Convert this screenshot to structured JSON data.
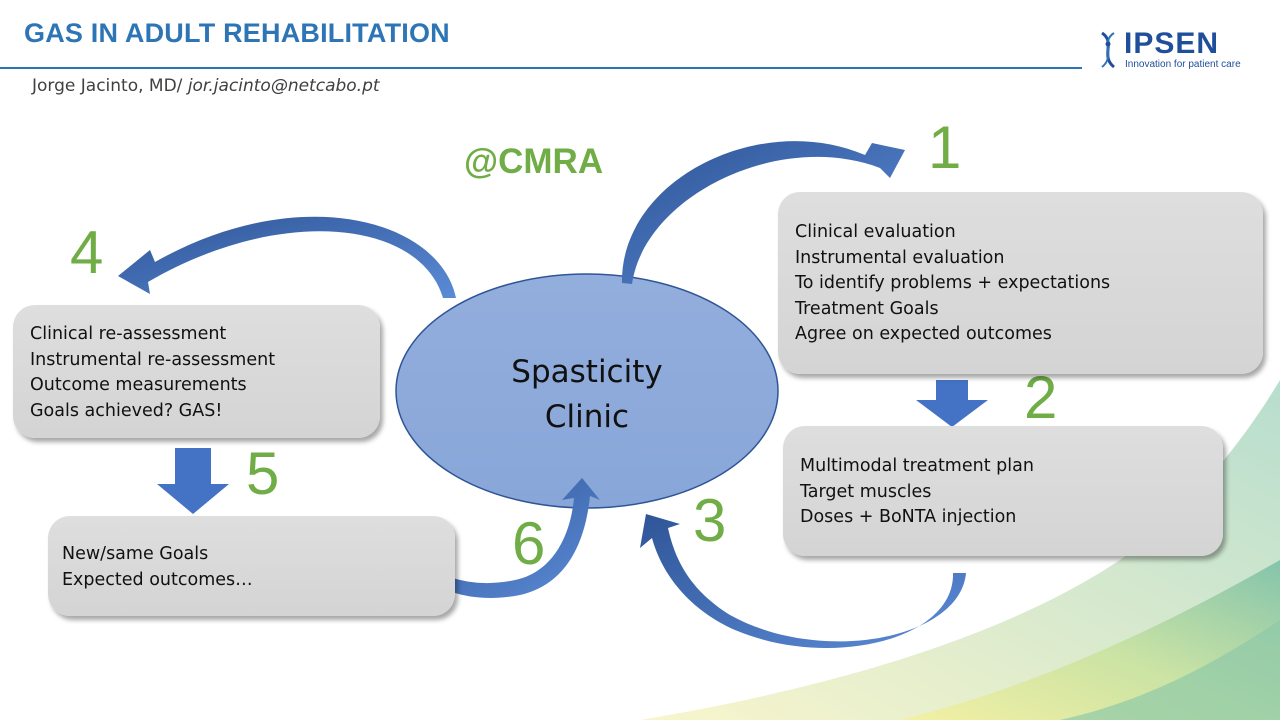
{
  "header": {
    "title": "GAS IN ADULT REHABILITATION",
    "author_prefix": "Jorge Jacinto, MD/ ",
    "author_email": "jor.jacinto@netcabo.pt"
  },
  "logo": {
    "word": "IPSEN",
    "tagline": "Innovation for patient care"
  },
  "cmra_label": "@CMRA",
  "center": {
    "line1": "Spasticity",
    "line2": "Clinic"
  },
  "steps": {
    "n1": "1",
    "n2": "2",
    "n3": "3",
    "n4": "4",
    "n5": "5",
    "n6": "6"
  },
  "box1": {
    "lines": [
      "Clinical evaluation",
      "Instrumental  evaluation",
      "To identify problems  + expectations",
      "Treatment  Goals",
      "Agree  on expected outcomes"
    ]
  },
  "box2": {
    "lines": [
      "Multimodal treatment  plan",
      "Target muscles",
      "Doses + BoNTA injection"
    ]
  },
  "box4": {
    "lines": [
      "Clinical re-assessment",
      "Instrumental re-assessment",
      "Outcome measurements",
      "Goals achieved? GAS!"
    ]
  },
  "box5": {
    "lines": [
      "New/same  Goals",
      "Expected outcomes…"
    ]
  },
  "colors": {
    "title_blue": "#2E75B6",
    "step_green": "#70AD47",
    "ellipse_fill": "#8EAADB",
    "arrow_blue": "#4472C4",
    "box_grey": "#D9D9D9"
  }
}
